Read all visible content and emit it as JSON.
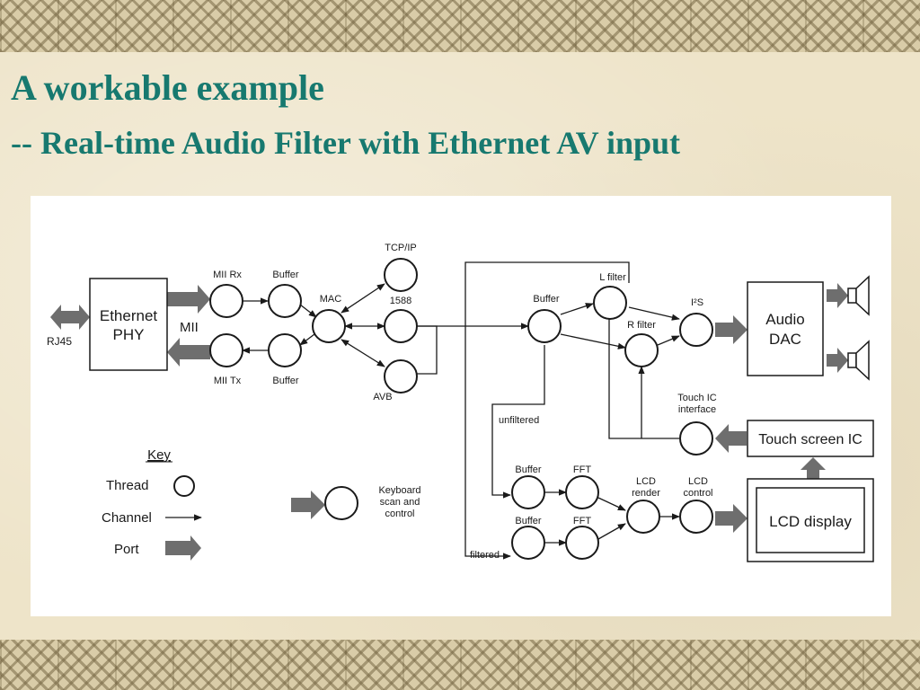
{
  "slide": {
    "title": "A workable example",
    "subtitle": "-- Real-time Audio Filter with Ethernet AV input"
  },
  "diagram": {
    "blocks": {
      "ethernet_phy": [
        "Ethernet",
        "PHY"
      ],
      "audio_dac": [
        "Audio",
        "DAC"
      ],
      "touch_screen_ic": "Touch screen IC",
      "lcd_display": "LCD display"
    },
    "labels": {
      "rj45": "RJ45",
      "mii": "MII",
      "mii_rx": "MII Rx",
      "mii_tx": "MII Tx",
      "buffer_rx": "Buffer",
      "buffer_tx": "Buffer",
      "mac": "MAC",
      "tcp_ip": "TCP/IP",
      "ptp_1588": "1588",
      "avb": "AVB",
      "buffer_main": "Buffer",
      "l_filter": "L filter",
      "r_filter": "R filter",
      "i2s": "I²S",
      "touch_ic_interface": [
        "Touch IC",
        "interface"
      ],
      "unfiltered": "unfiltered",
      "filtered": "filtered",
      "buffer_fft1": "Buffer",
      "fft1": "FFT",
      "buffer_fft2": "Buffer",
      "fft2": "FFT",
      "lcd_render": [
        "LCD",
        "render"
      ],
      "lcd_control": [
        "LCD",
        "control"
      ],
      "keyboard": [
        "Keyboard",
        "scan and",
        "control"
      ]
    },
    "key": {
      "title": "Key",
      "thread": "Thread",
      "channel": "Channel",
      "port": "Port"
    }
  },
  "colors": {
    "title": "#17796f",
    "port_arrow": "#6e6e6e",
    "line": "#1a1a1a"
  }
}
